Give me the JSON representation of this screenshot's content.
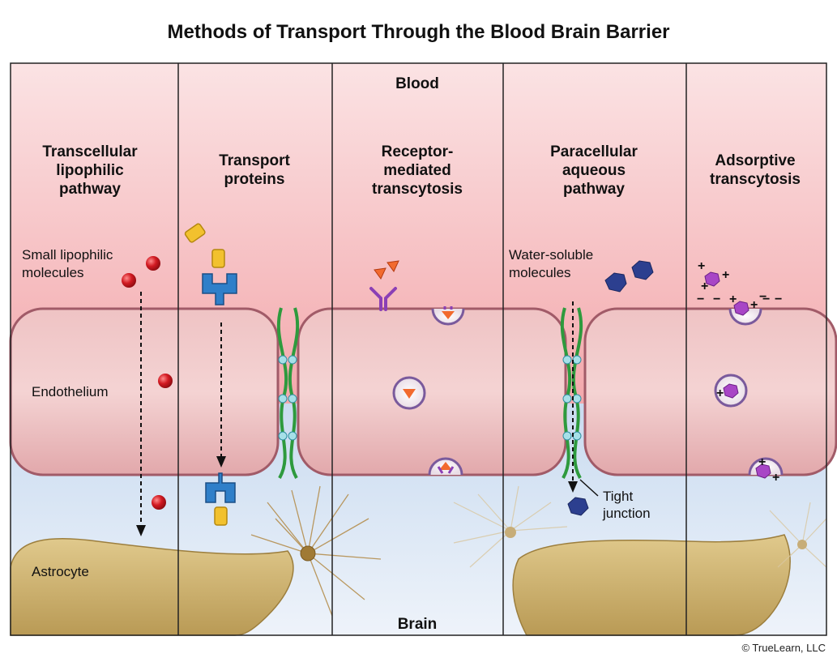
{
  "title": "Methods of Transport Through the Blood Brain Barrier",
  "regions": {
    "top": "Blood",
    "bottom": "Brain"
  },
  "pathways": [
    {
      "lines": [
        "Transcellular",
        "lipophilic",
        "pathway"
      ]
    },
    {
      "lines": [
        "Transport",
        "proteins"
      ]
    },
    {
      "lines": [
        "Receptor-",
        "mediated",
        "transcytosis"
      ]
    },
    {
      "lines": [
        "Paracellular",
        "aqueous",
        "pathway"
      ]
    },
    {
      "lines": [
        "Adsorptive",
        "transcytosis"
      ]
    }
  ],
  "labels": {
    "small_lipophilic": [
      "Small lipophilic",
      "molecules"
    ],
    "water_soluble": [
      "Water-soluble",
      "molecules"
    ],
    "endothelium": "Endothelium",
    "astrocyte": "Astrocyte",
    "tight_junction": [
      "Tight",
      "junction"
    ]
  },
  "charges": {
    "plus": "+",
    "minus": "−"
  },
  "credit": "© TrueLearn, LLC",
  "colors": {
    "blood": "#f2a9ad",
    "brain": "#d8e6f5",
    "cell": "#e7b3b5",
    "cell_border": "#a15b68",
    "astrocyte": "#cdb273",
    "lipophilic_molecule": "#d01a22",
    "transport_substrate": "#f2c12e",
    "transport_protein": "#2f7fc9",
    "receptor": "#8b3fb5",
    "ligand": "#f26a2e",
    "tight_junction": "#2e9a3d",
    "water_molecule": "#2c3f8f",
    "cationic_molecule": "#a846c6"
  },
  "icons": [
    "lipophilic-molecule-icon",
    "transport-protein-icon",
    "receptor-icon",
    "ligand-icon",
    "vesicle-icon",
    "tight-junction-icon",
    "water-soluble-molecule-icon",
    "cationic-molecule-icon",
    "astrocyte-icon"
  ]
}
